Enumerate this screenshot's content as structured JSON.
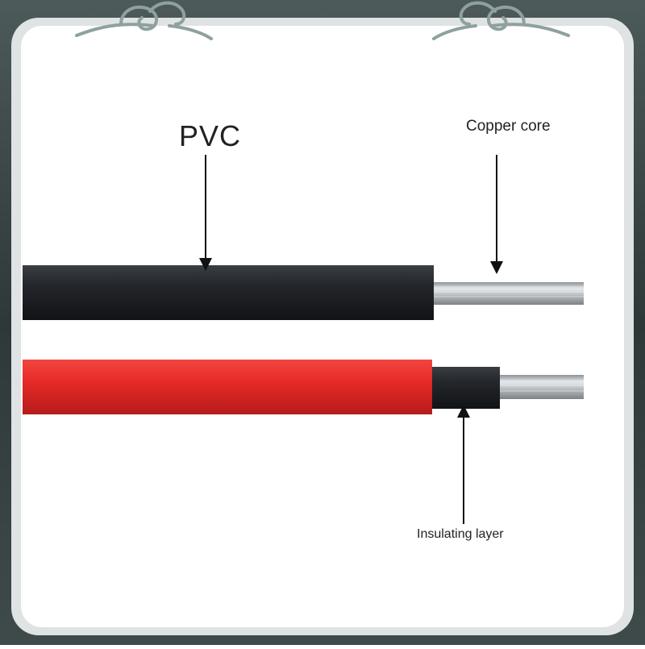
{
  "labels": {
    "pvc": "PVC",
    "copper_core": "Copper core",
    "insulating_layer": "Insulating layer"
  },
  "cables": [
    {
      "sheath_color": "#24272b",
      "core_color": "#b9bec3"
    },
    {
      "sheath_color": "#e62a27",
      "inner_color": "#24272b",
      "core_color": "#b9bec3"
    }
  ],
  "colors": {
    "frame_outer": "#3c4a4a",
    "frame_inner": "#dfe3e3",
    "panel": "#ffffff",
    "ornament": "#8ea19f"
  }
}
